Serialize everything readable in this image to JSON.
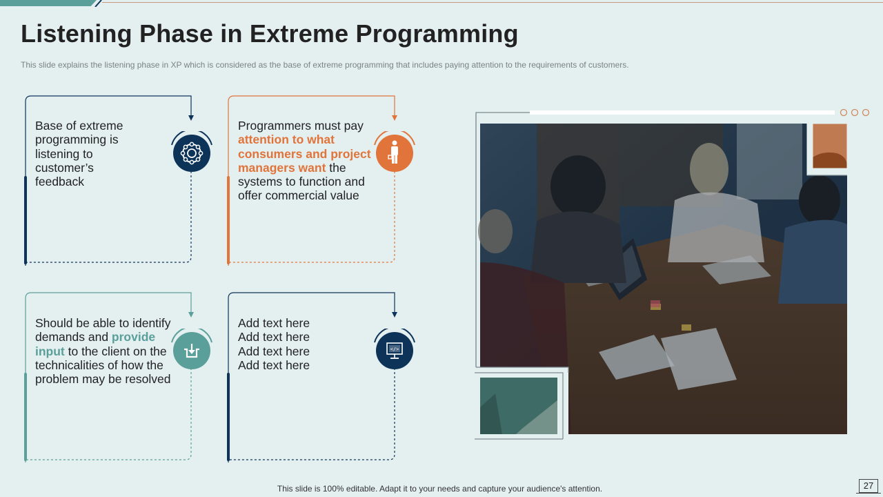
{
  "slide": {
    "title": "Listening Phase in Extreme Programming",
    "subtitle": "This slide explains the listening phase in XP which is considered  as the base of extreme programming  that includes paying attention to the requirements  of customers.",
    "footer": "This slide is 100% editable. Adapt it to your needs and capture your audience's attention.",
    "page_number": "27"
  },
  "colors": {
    "navy": "#0d3358",
    "orange": "#e0743a",
    "teal": "#5a9f9a",
    "background": "#e4eff0"
  },
  "cards": [
    {
      "id": "card-1",
      "color": "#0d3358",
      "icon": "network-cycle-icon",
      "text_parts": [
        {
          "text": "Base of extreme programming is listening to customer’s feedback",
          "highlight": false
        }
      ]
    },
    {
      "id": "card-2",
      "color": "#e0743a",
      "icon": "businessman-icon",
      "text_parts": [
        {
          "text": "Programmers must pay ",
          "highlight": false
        },
        {
          "text": "attention to what consumers and project managers want",
          "highlight": true
        },
        {
          "text": " the systems to function and offer commercial value",
          "highlight": false
        }
      ]
    },
    {
      "id": "card-3",
      "color": "#5a9f9a",
      "icon": "download-tray-icon",
      "text_parts": [
        {
          "text": "Should be able to identify  demands and ",
          "highlight": false
        },
        {
          "text": "provide input",
          "highlight": true
        },
        {
          "text": " to the client on the technicalities of how the problem may be resolved",
          "highlight": false
        }
      ]
    },
    {
      "id": "card-4",
      "color": "#0d3358",
      "icon": "monitor-code-icon",
      "lines": [
        "Add text here",
        "Add text here",
        "Add text here",
        "Add text here"
      ]
    }
  ],
  "photo": {
    "description": "team-meeting-photo",
    "dots": 3
  }
}
